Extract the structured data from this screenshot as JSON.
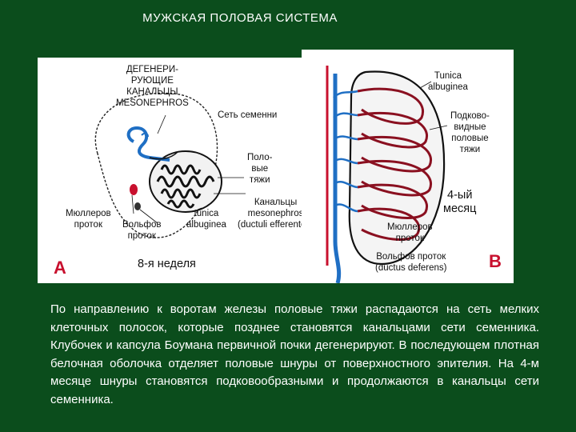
{
  "title": "МУЖСКАЯ ПОЛОВАЯ СИСТЕМА",
  "panel_a": {
    "letter": "A",
    "week_label": "8-я неделя",
    "labels": {
      "degenerating": "ДЕГЕНЕРИ-\nРУЮЩИЕ\nКАНАЛЬЦЫ\nMESONEPHROS",
      "rete": "Сеть семенни",
      "sex_cords": "Поло-\nвые\nтяжи",
      "mesonephric_tubules": "Канальцы\nmesonephros\n(ductuli efferentes)",
      "tunica": "tunica\nalbuginea",
      "muller": "Мюллеров\nпроток",
      "wolff": "Вольфов\nпроток"
    }
  },
  "panel_b": {
    "letter": "B",
    "month_label": "4-ый\nмесяц",
    "labels": {
      "tunica": "Tunica\nalbuginea",
      "horseshoe": "Подково-\nвидные\nполовые\nтяжи",
      "muller": "Мюллеров\nпроток",
      "wolff": "Вольфов проток\n(ductus deferens)"
    }
  },
  "colors": {
    "background": "#0b4d1c",
    "red": "#c8102e",
    "blue": "#1f6fc4",
    "letter_a": "#c8102e",
    "letter_b": "#c8102e"
  },
  "body_text": "По направлению к воротам железы половые тяжи распадаются на сеть мелких клеточных полосок, которые позднее становятся канальцами сети семенника. Клубочек и капсула Боумана первичной почки дегенерируют. В последующем плотная белочная оболочка отделяет половые шнуры от поверхностного эпителия. На 4-м месяце шнуры становятся подковообразными и продолжаются в канальцы сети семенника."
}
